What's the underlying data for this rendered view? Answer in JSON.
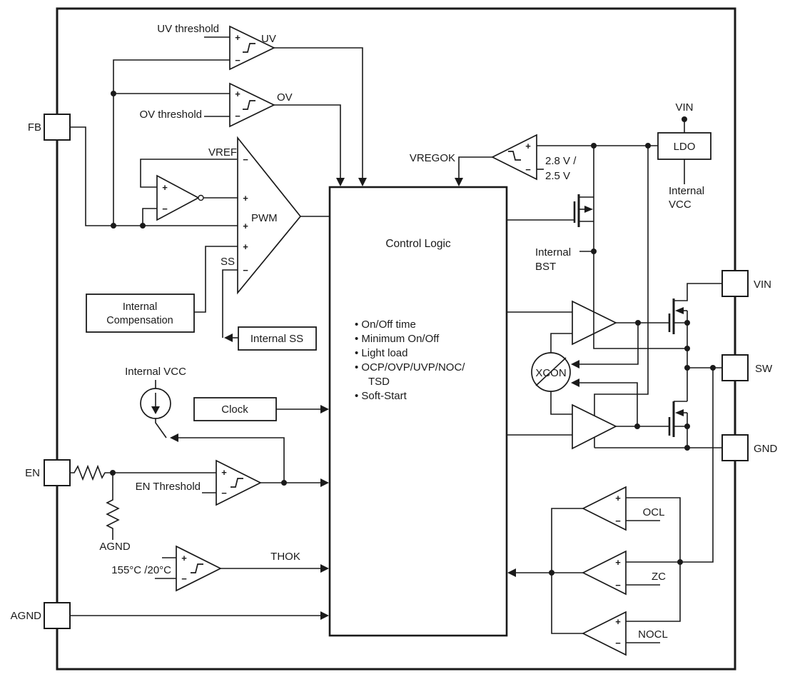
{
  "pins": {
    "fb": "FB",
    "en": "EN",
    "agnd": "AGND",
    "vin_right": "VIN",
    "sw": "SW",
    "gnd": "GND"
  },
  "top": {
    "uv_threshold": "UV threshold",
    "uv_out": "UV",
    "ov_threshold": "OV threshold",
    "ov_out": "OV"
  },
  "pwm": {
    "vref": "VREF",
    "pwm": "PWM",
    "ss": "SS",
    "internal_compensation_line1": "Internal",
    "internal_compensation_line2": "Compensation",
    "internal_ss": "Internal SS"
  },
  "left": {
    "internal_vcc": "Internal VCC",
    "clock": "Clock",
    "en_threshold": "EN Threshold",
    "agnd_net": "AGND",
    "temp_threshold": "155°C /20°C",
    "thok": "THOK"
  },
  "control_logic": {
    "title": "Control Logic",
    "bullets": [
      "• On/Off time",
      "• Minimum On/Off",
      "• Light load",
      "• OCP/OVP/UVP/NOC/",
      "TSD",
      "• Soft-Start"
    ]
  },
  "supply": {
    "vregok": "VREGOK",
    "level_line1": "2.8 V /",
    "level_line2": "2.5 V",
    "vin_top": "VIN",
    "ldo": "LDO",
    "internal_vcc_line1": "Internal",
    "internal_vcc_line2": "VCC",
    "internal_bst_line1": "Internal",
    "internal_bst_line2": "BST"
  },
  "right": {
    "xcon": "XCON",
    "ocl": "OCL",
    "zc": "ZC",
    "nocl": "NOCL"
  },
  "sym": {
    "plus": "+",
    "minus": "−"
  },
  "colors": {
    "line": "#1a1a1a",
    "text": "#1a1a1a",
    "bg": "#ffffff"
  }
}
